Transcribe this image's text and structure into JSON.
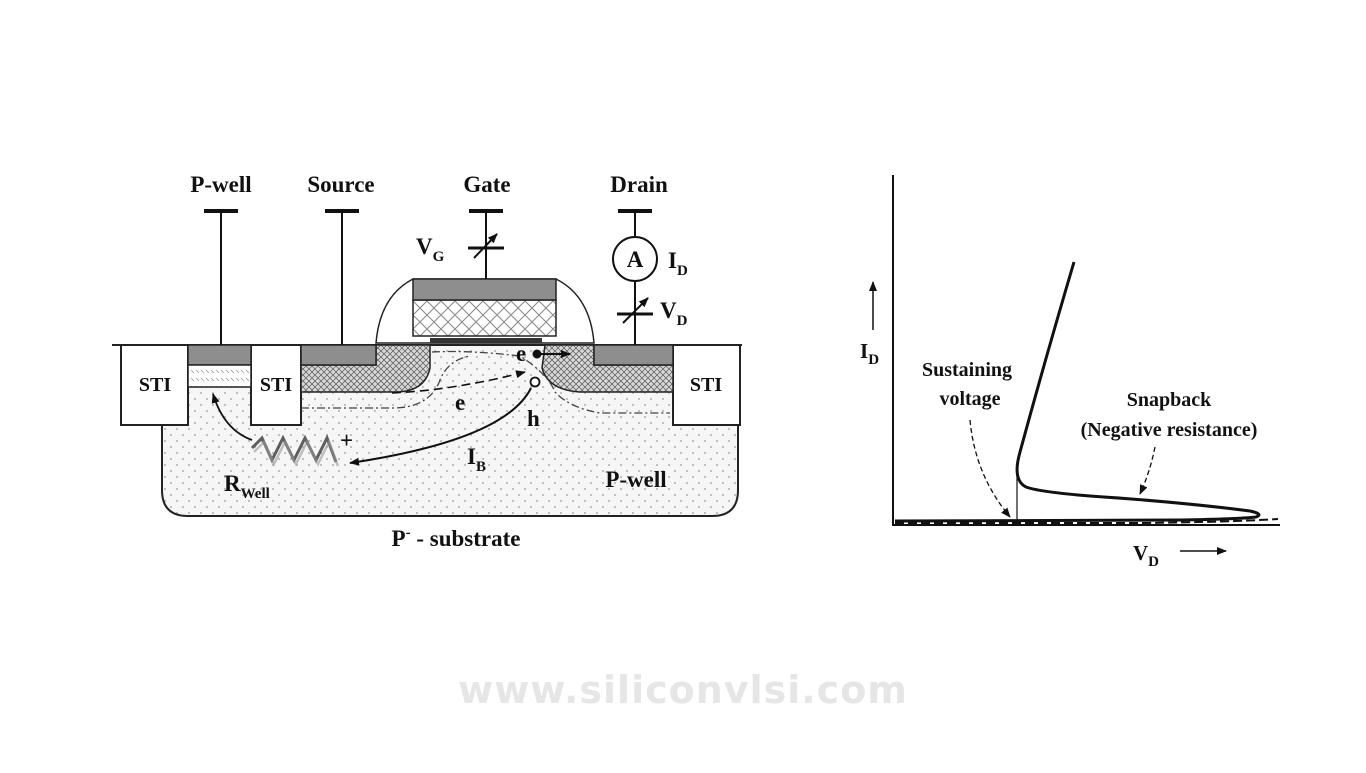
{
  "mosfet_diagram": {
    "terminals": {
      "pwell": "P-well",
      "source": "Source",
      "gate": "Gate",
      "drain": "Drain"
    },
    "gate_voltage": {
      "main": "V",
      "sub": "G"
    },
    "ammeter": "A",
    "drain_current": {
      "main": "I",
      "sub": "D"
    },
    "drain_voltage": {
      "main": "V",
      "sub": "D"
    },
    "sti": "STI",
    "electron": "e",
    "hole": "h",
    "body_current": {
      "main": "I",
      "sub": "B"
    },
    "well_resistance": {
      "main": "R",
      "sub": "Well"
    },
    "plus": "+",
    "pwell_region": "P-well",
    "substrate": {
      "main": "P",
      "sup": "-",
      "rest": " - substrate"
    }
  },
  "iv_plot": {
    "y_axis": {
      "main": "I",
      "sub": "D"
    },
    "x_axis": {
      "main": "V",
      "sub": "D"
    },
    "sustaining_voltage": [
      "Sustaining",
      "voltage"
    ],
    "snapback": [
      "Snapback",
      "(Negative resistance)"
    ]
  },
  "watermark": "www.siliconvlsi.com"
}
